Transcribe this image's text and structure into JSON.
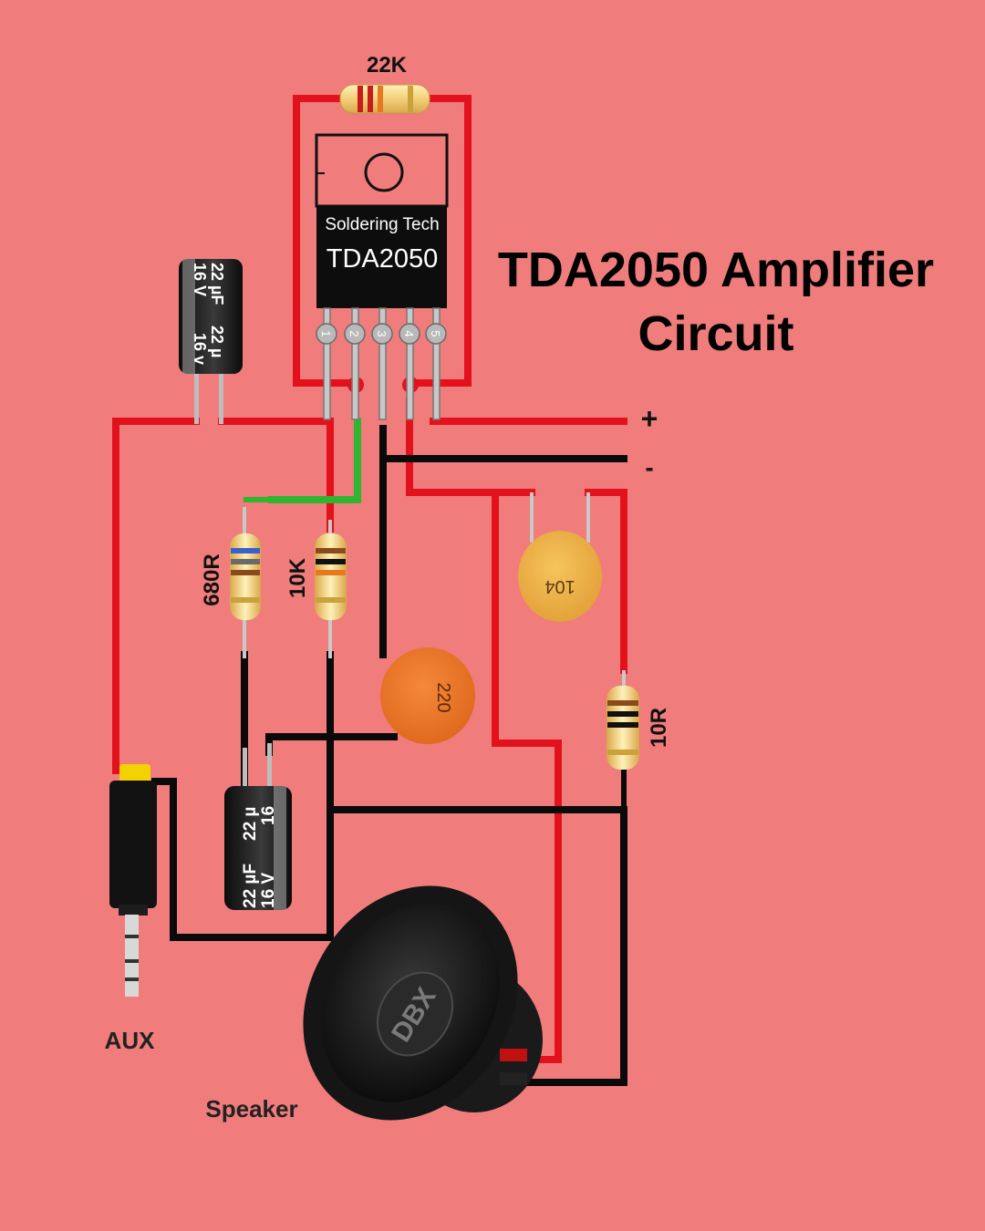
{
  "title": {
    "line1": "TDA2050 Amplifier",
    "line2": "Circuit"
  },
  "chip": {
    "brand": "Soldering Tech",
    "part": "TDA2050",
    "pins": [
      "1",
      "2",
      "3",
      "4",
      "5"
    ]
  },
  "labels": {
    "r_feedback": "22K",
    "r_680": "680R",
    "r_10k": "10K",
    "r_10r": "10R",
    "cap_104": "104",
    "cap_220": "220",
    "elec_top_a": "22 µF",
    "elec_top_b": "16 V",
    "elec_top_c": "22 µ",
    "elec_top_d": "16 v",
    "elec_bot_a": "22 µF",
    "elec_bot_b": "16 V",
    "elec_bot_c": "22 µ",
    "elec_bot_d": "16",
    "plus": "+",
    "minus": "-",
    "aux": "AUX",
    "speaker": "Speaker",
    "speaker_brand": "DBX"
  },
  "colors": {
    "background": "#f07c7c",
    "wire_red": "#e3111b",
    "wire_black": "#0a0a0a",
    "wire_green": "#2fb52f"
  }
}
